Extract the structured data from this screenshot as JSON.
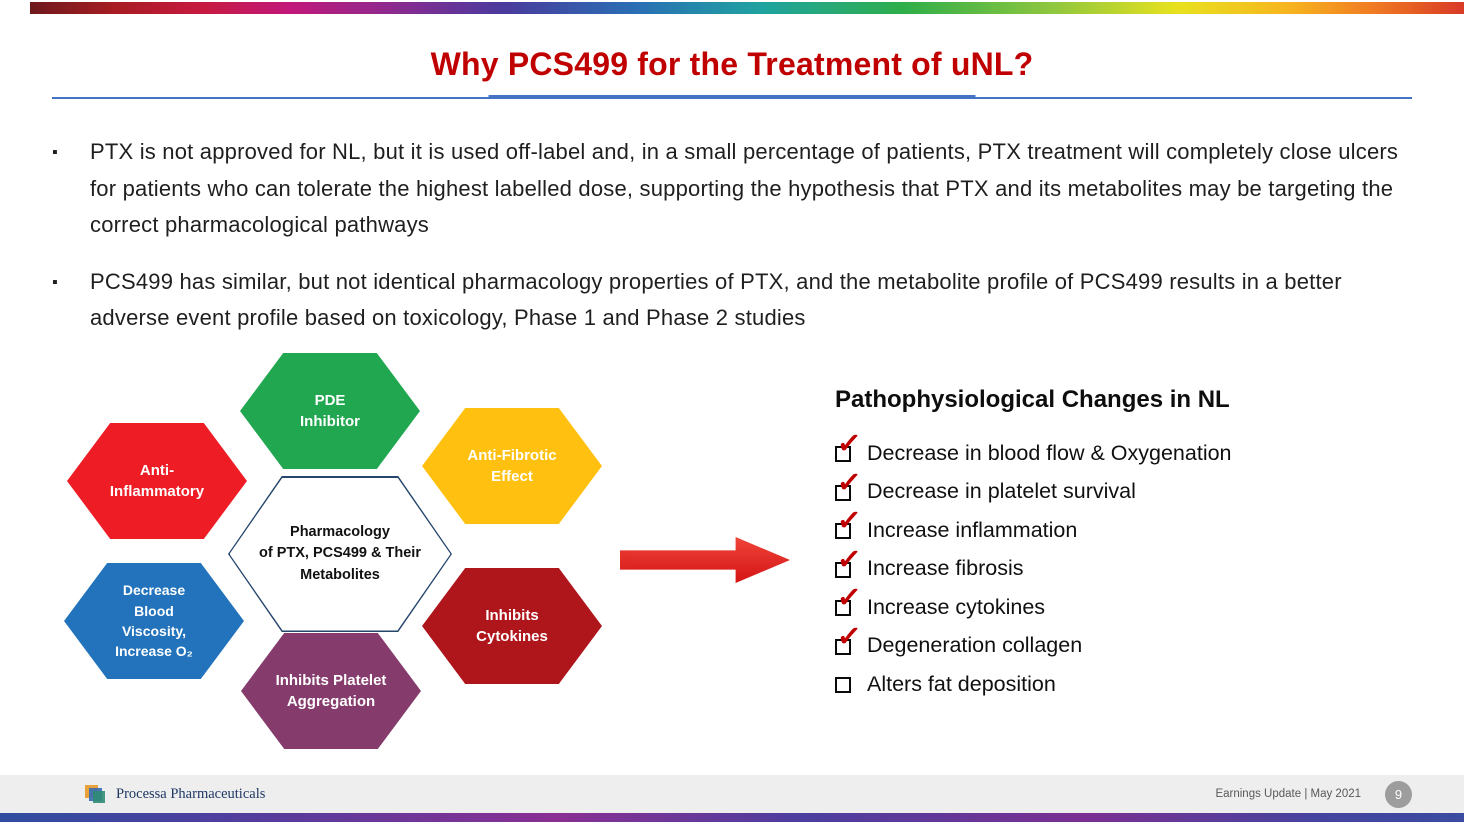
{
  "slide": {
    "title": "Why PCS499 for the Treatment of uNL?",
    "bullets": [
      "PTX is not approved for NL, but it is used off-label and, in a small percentage of patients, PTX treatment will completely close ulcers for patients who can tolerate the highest labelled dose, supporting the hypothesis that PTX and its metabolites may be targeting the correct pharmacological pathways",
      "PCS499 has similar, but not identical pharmacology properties of PTX, and the metabolite profile of PCS499 results in a better adverse event profile based on toxicology, Phase 1 and Phase 2 studies"
    ]
  },
  "diagram": {
    "center_label": "Pharmacology\nof PTX, PCS499 & Their\nMetabolites",
    "center_border_color": "#24466B",
    "hexagons": [
      {
        "label": "PDE\nInhibitor",
        "color": "#21A750"
      },
      {
        "label": "Anti-\nInflammatory",
        "color": "#EE1C25"
      },
      {
        "label": "Anti-Fibrotic\nEffect",
        "color": "#FFC010"
      },
      {
        "label": "Decrease\nBlood\nViscosity,\nIncrease O₂",
        "color": "#2273BC"
      },
      {
        "label": "Inhibits Platelet\nAggregation",
        "color": "#853C6D"
      },
      {
        "label": "Inhibits\nCytokines",
        "color": "#AE161C"
      }
    ]
  },
  "checklist": {
    "heading": "Pathophysiological Changes in NL",
    "check_glyph": "✓",
    "items": [
      {
        "label": "Decrease in blood flow & Oxygenation",
        "checked": true
      },
      {
        "label": "Decrease in platelet survival",
        "checked": true
      },
      {
        "label": "Increase inflammation",
        "checked": true
      },
      {
        "label": "Increase fibrosis",
        "checked": true
      },
      {
        "label": "Increase cytokines",
        "checked": true
      },
      {
        "label": "Degeneration collagen",
        "checked": true
      },
      {
        "label": "Alters fat deposition",
        "checked": false
      }
    ]
  },
  "footer": {
    "company": "Processa Pharmaceuticals",
    "right_text": "Earnings Update | May 2021",
    "page_number": "9"
  },
  "colors": {
    "title": "#C00000",
    "accent_line": "#4472C4",
    "arrow": "#E32119",
    "checkmark": "#C00000",
    "footer_bg": "#EEEEEE"
  }
}
